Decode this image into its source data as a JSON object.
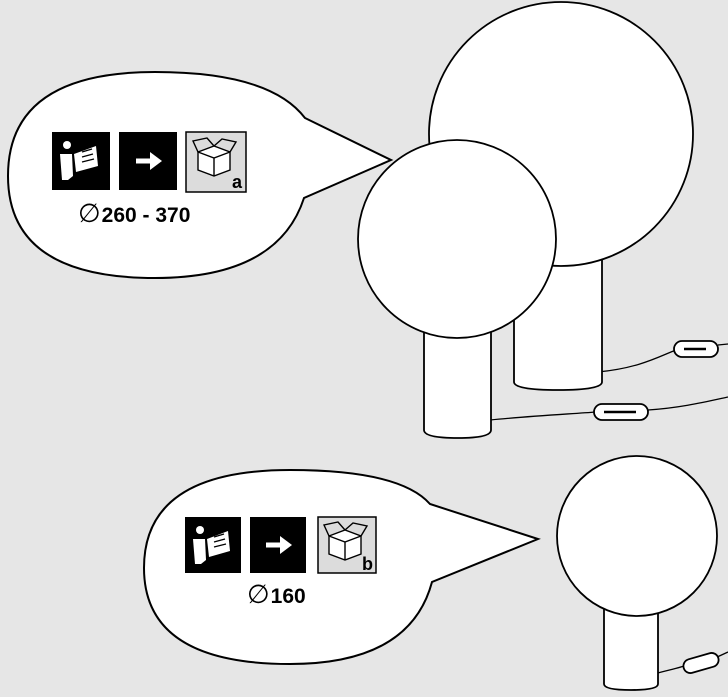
{
  "diagram": {
    "background_color": "#e6e6e6",
    "callout_large": {
      "icons": [
        "read-manual-icon",
        "arrow-right-icon",
        "box-icon"
      ],
      "box_letter": "a",
      "diameter_symbol": "∅",
      "diameter_value": "260 - 370"
    },
    "callout_small": {
      "icons": [
        "read-manual-icon",
        "arrow-right-icon",
        "box-icon"
      ],
      "box_letter": "b",
      "diameter_symbol": "∅",
      "diameter_value": "160"
    }
  }
}
